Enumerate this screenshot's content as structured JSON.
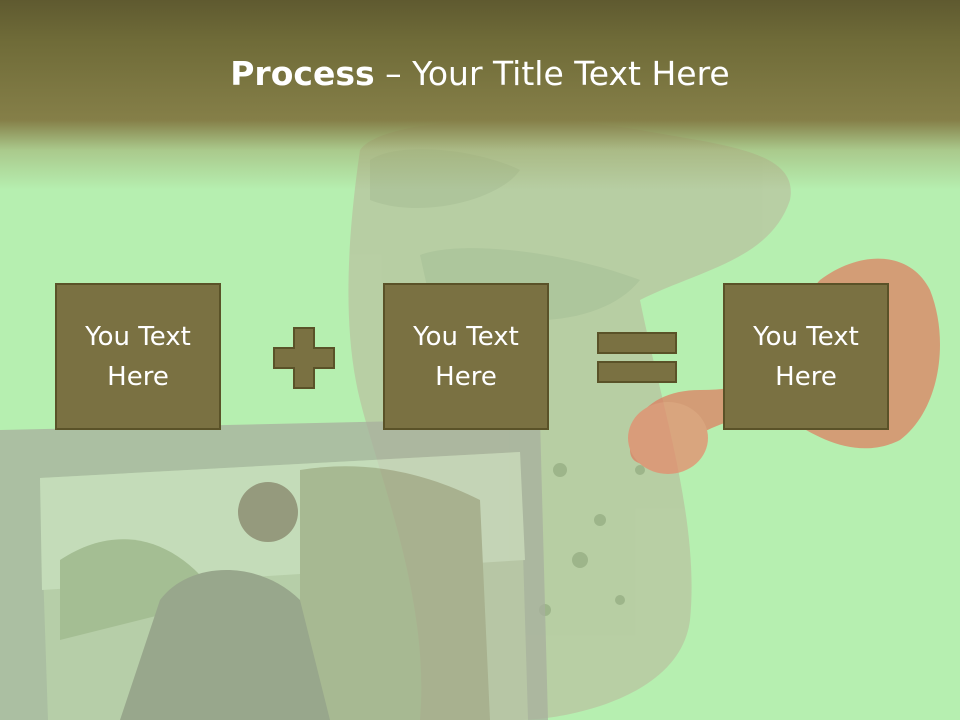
{
  "title": {
    "bold": "Process",
    "rest": " – Your Title Text Here"
  },
  "boxes": [
    {
      "label": "You Text Here"
    },
    {
      "label": "You Text Here"
    },
    {
      "label": "You Text Here"
    }
  ],
  "operators": [
    "plus",
    "equals"
  ],
  "colors": {
    "background": "#b6efb0",
    "title_band": "#6f6b38",
    "box_fill": "#7a7142",
    "box_border": "#5a5228",
    "title_text": "#ffffff"
  }
}
